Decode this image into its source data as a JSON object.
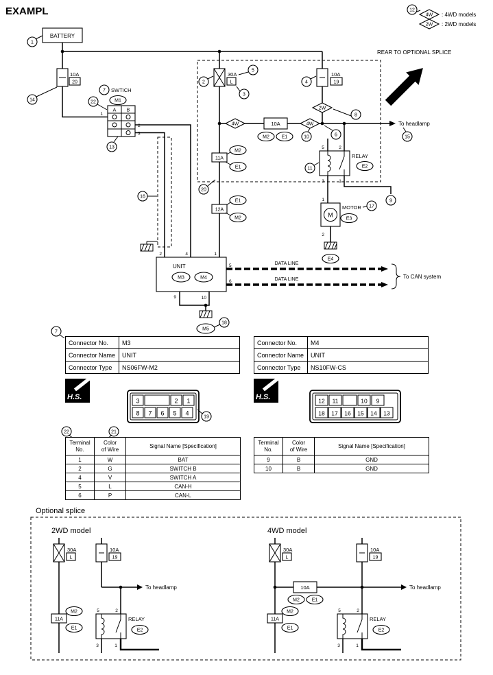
{
  "title": "EXAMPL",
  "legend": {
    "callout": "12",
    "four_wd": {
      "symbol": "4W",
      "label": ": 4WD models"
    },
    "two_wd": {
      "symbol": "2W",
      "label": ": 2WD models"
    }
  },
  "callouts": {
    "c1": "1",
    "c2": "2",
    "c3": "3",
    "c4": "4",
    "c5": "5",
    "c6": "6",
    "c7": "7",
    "c8": "8",
    "c9": "9",
    "c10": "10",
    "c11": "11",
    "c12": "12",
    "c13": "13",
    "c14": "14",
    "c15": "15",
    "c16": "16",
    "c17": "17",
    "c18": "18",
    "c19": "19",
    "c20": "20",
    "c21": "21",
    "c22": "22"
  },
  "main": {
    "battery": "BATTERY",
    "rear_splice": "REAR TO OPTIONAL SPLICE",
    "to_headlamp": "To headlamp",
    "to_can": "To CAN system",
    "data_line": "DATA LINE",
    "switch": {
      "title": "SWTICH",
      "connector": "M1",
      "col_a": "A",
      "col_b": "B",
      "t1": "1",
      "t2": "2",
      "t3": "3"
    },
    "fuse20": {
      "amp": "10A",
      "id": "20"
    },
    "fuse30": {
      "amp": "30A",
      "id": "L"
    },
    "fuse19": {
      "amp": "10A",
      "id": "19"
    },
    "inline_fuse": {
      "amp": "10A",
      "left": "M2",
      "right": "E1"
    },
    "diamond_2w": "2W",
    "diamond_4w": "4W",
    "conn11a": {
      "id": "11A",
      "top": "M2",
      "bottom": "E1"
    },
    "conn12a": {
      "id": "12A",
      "top": "E1",
      "bottom": "M2"
    },
    "relay": {
      "title": "RELAY",
      "connector": "E2",
      "t5": "5",
      "t2": "2",
      "t3": "3",
      "t1": "1"
    },
    "motor": {
      "title": "MOTOR",
      "connector": "E3",
      "symbol": "M",
      "t1": "1",
      "t2": "2"
    },
    "e4": "E4",
    "unit": {
      "title": "UNIT",
      "m3": "M3",
      "m4": "M4",
      "t2": "2",
      "t4": "4",
      "t1": "1",
      "t5": "5",
      "t6": "6",
      "t9": "9",
      "t10": "10"
    },
    "m5": "M5"
  },
  "connector_tables": {
    "left": {
      "rows": [
        [
          "Connector No.",
          "M3"
        ],
        [
          "Connector Name",
          "UNIT"
        ],
        [
          "Connector Type",
          "NS06FW-M2"
        ]
      ]
    },
    "right": {
      "rows": [
        [
          "Connector No.",
          "M4"
        ],
        [
          "Connector Name",
          "UNIT"
        ],
        [
          "Connector Type",
          "NS10FW-CS"
        ]
      ]
    }
  },
  "hs_mark": "H.S.",
  "pin_diagrams": {
    "left": {
      "row1": [
        "3",
        "2",
        "1"
      ],
      "row2": [
        "8",
        "7",
        "6",
        "5",
        "4"
      ]
    },
    "right": {
      "row1": [
        "12",
        "11",
        "10",
        "9"
      ],
      "row2": [
        "18",
        "17",
        "16",
        "15",
        "14",
        "13"
      ]
    }
  },
  "terminal_tables": {
    "headers": {
      "terminal": "Terminal",
      "no": "No.",
      "color": "Color",
      "of_wire": "of Wire",
      "signal": "Signal Name [Specification]"
    },
    "left_rows": [
      [
        "1",
        "W",
        "BAT"
      ],
      [
        "2",
        "G",
        "SWITCH B"
      ],
      [
        "4",
        "V",
        "SWITCH A"
      ],
      [
        "5",
        "L",
        "CAN-H"
      ],
      [
        "6",
        "P",
        "CAN-L"
      ]
    ],
    "right_rows": [
      [
        "9",
        "B",
        "GND"
      ],
      [
        "10",
        "B",
        "GND"
      ]
    ]
  },
  "splice": {
    "title": "Optional splice",
    "two_wd": {
      "title": "2WD model",
      "fuse30": {
        "amp": "30A",
        "id": "L"
      },
      "fuse19": {
        "amp": "10A",
        "id": "19"
      },
      "conn11a": {
        "id": "11A",
        "top": "M2",
        "bottom": "E1"
      },
      "relay": {
        "title": "RELAY",
        "connector": "E2",
        "t5": "5",
        "t2": "2",
        "t3": "3",
        "t1": "1"
      },
      "to_headlamp": "To headlamp"
    },
    "four_wd": {
      "title": "4WD model",
      "fuse30": {
        "amp": "30A",
        "id": "L"
      },
      "fuse19": {
        "amp": "10A",
        "id": "19"
      },
      "inline_fuse": {
        "amp": "10A",
        "left": "M2",
        "right": "E1"
      },
      "conn11a": {
        "id": "11A",
        "top": "M2",
        "bottom": "E1"
      },
      "relay": {
        "title": "RELAY",
        "connector": "E2",
        "t5": "5",
        "t2": "2",
        "t3": "3",
        "t1": "1"
      },
      "to_headlamp": "To headlamp"
    }
  }
}
